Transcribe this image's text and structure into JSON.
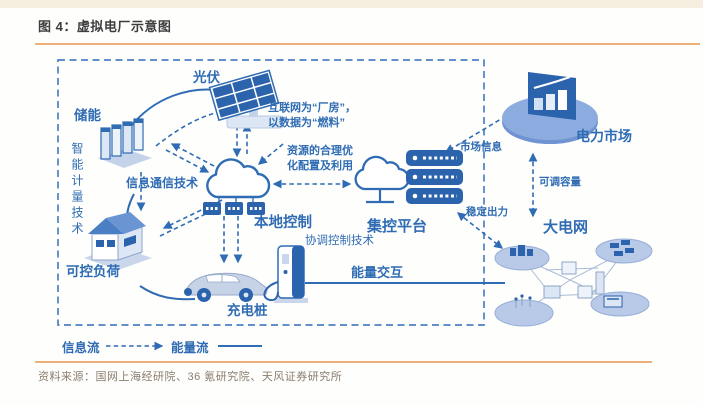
{
  "figure": {
    "title": "图 4：虚拟电厂示意图",
    "source": "资料来源：国网上海经研院、36 氪研究院、天风证券研究所"
  },
  "nodes": {
    "storage": "储能",
    "pv": "光伏",
    "ict": "信息通信技术",
    "local_control": "本地控制",
    "coordinated_control": "协调控制技术",
    "central_platform": "集控平台",
    "power_market": "电力市场",
    "big_grid": "大电网",
    "controllable_load": "可控负荷",
    "charging_pile": "充电桩",
    "smart_metering": "智能计量技术",
    "energy_interaction": "能量交互"
  },
  "annotations": {
    "internet_line1": "互联网为“厂房”，",
    "internet_line2": "以数据为“燃料”",
    "resource_line1": "资源的合理优",
    "resource_line2": "化配置及利用",
    "market_info": "市场信息",
    "stable_output": "稳定出力",
    "adjustable_capacity": "可调容量"
  },
  "legend": {
    "info_flow": "信息流",
    "energy_flow": "能量流"
  },
  "colors": {
    "diagram_blue": "#2f6cb3",
    "deep_blue": "#2b63ac",
    "light_fill": "#dce6f4",
    "disc_blue": "#8cabdf",
    "accent_orange": "#ecb179",
    "title_text": "#3d3d3d",
    "source_text": "#8a7d6d"
  }
}
